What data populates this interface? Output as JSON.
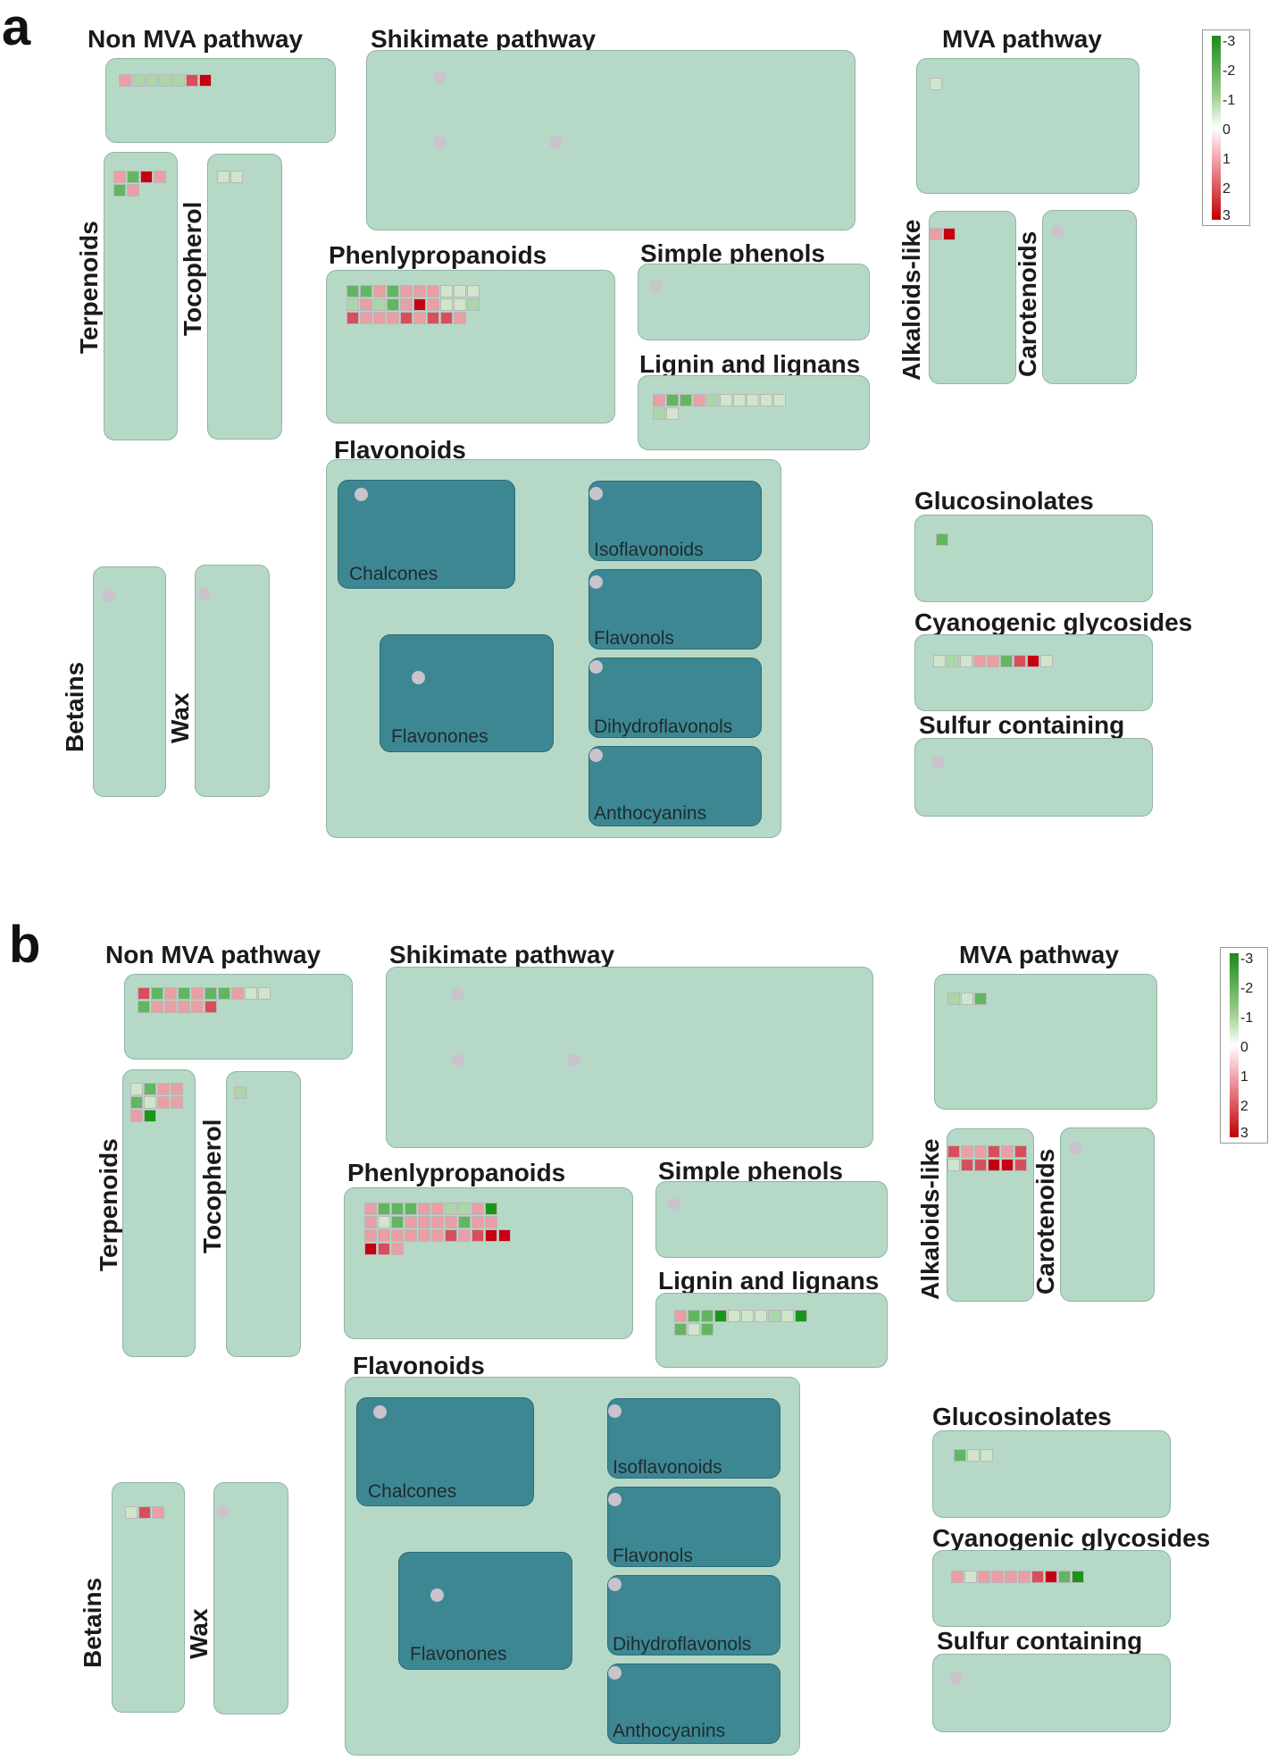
{
  "panels": [
    {
      "letter": "a",
      "non_mva_label": "Non MVA pathway",
      "shikimate_label": "Shikimate pathway",
      "mva_label": "MVA pathway",
      "terpenoids_label": "Terpenoids",
      "tocopherol_label": "Tocopherol",
      "phenylpropanoids_label": "Phenlypropanoids",
      "simple_phenols_label": "Simple phenols",
      "lignin_label": "Lignin and lignans",
      "alkaloids_label": "Alkaloids-like",
      "carotenoids_label": "Carotenoids",
      "flavonoids_label": "Flavonoids",
      "chalcones_label": "Chalcones",
      "isoflavonoids_label": "Isoflavonoids",
      "flavonols_label": "Flavonols",
      "flavonones_label": "Flavonones",
      "dihydroflavonols_label": "Dihydroflavonols",
      "anthocyanins_label": "Anthocyanins",
      "glucosinolates_label": "Glucosinolates",
      "cyanogenic_label": "Cyanogenic glycosides",
      "sulfur_label": "Sulfur containing",
      "betains_label": "Betains",
      "wax_label": "Wax",
      "legend_ticks": [
        "-3",
        "-2",
        "-1",
        "0",
        "1",
        "2",
        "3"
      ],
      "heatmaps": {
        "non_mva": [
          [
            1,
            -1,
            -1,
            -1,
            -1,
            2,
            3
          ]
        ],
        "terpenoids": [
          [
            1,
            -2,
            3,
            1
          ],
          [
            -2,
            1
          ]
        ],
        "tocopherol": [
          [
            -0.5,
            -0.5
          ]
        ],
        "phenylpropanoids": [
          [
            -2,
            -2,
            1,
            -2,
            1,
            1,
            1,
            -0.5,
            -0.5,
            -0.5
          ],
          [
            -1,
            1,
            -1,
            -2,
            1,
            3,
            1,
            -0.5,
            -0.5,
            -1
          ],
          [
            2,
            1,
            1,
            1,
            2,
            1,
            2,
            2,
            1
          ]
        ],
        "mva": [
          [
            -0.5
          ]
        ],
        "alkaloids": [
          [
            1,
            3
          ]
        ],
        "lignin": [
          [
            1,
            -2,
            -2,
            1,
            -1,
            -0.5,
            -0.5,
            -0.5,
            -0.5,
            -0.5
          ],
          [
            -1,
            -0.5
          ]
        ],
        "glucosinolates": [
          [
            -2
          ]
        ],
        "cyanogenic": [
          [
            -0.5,
            -1,
            -0.5,
            1,
            1,
            -2,
            2,
            3,
            -0.5
          ]
        ]
      }
    },
    {
      "letter": "b",
      "non_mva_label": "Non MVA pathway",
      "shikimate_label": "Shikimate pathway",
      "mva_label": "MVA pathway",
      "terpenoids_label": "Terpenoids",
      "tocopherol_label": "Tocopherol",
      "phenylpropanoids_label": "Phenlypropanoids",
      "simple_phenols_label": "Simple phenols",
      "lignin_label": "Lignin and lignans",
      "alkaloids_label": "Alkaloids-like",
      "carotenoids_label": "Carotenoids",
      "flavonoids_label": "Flavonoids",
      "chalcones_label": "Chalcones",
      "isoflavonoids_label": "Isoflavonoids",
      "flavonols_label": "Flavonols",
      "flavonones_label": "Flavonones",
      "dihydroflavonols_label": "Dihydroflavonols",
      "anthocyanins_label": "Anthocyanins",
      "glucosinolates_label": "Glucosinolates",
      "cyanogenic_label": "Cyanogenic glycosides",
      "sulfur_label": "Sulfur containing",
      "betains_label": "Betains",
      "wax_label": "Wax",
      "legend_ticks": [
        "-3",
        "-2",
        "-1",
        "0",
        "1",
        "2",
        "3"
      ],
      "heatmaps": {
        "non_mva": [
          [
            2,
            -2,
            1,
            -2,
            1,
            -2,
            -2,
            1,
            -0.5,
            -0.5
          ],
          [
            -2,
            1,
            1,
            1,
            1,
            2
          ]
        ],
        "terpenoids": [
          [
            -0.5,
            -2,
            1,
            1
          ],
          [
            -2,
            -0.5,
            1,
            1
          ],
          [
            1,
            -3
          ]
        ],
        "tocopherol": [
          [
            -1
          ]
        ],
        "phenylpropanoids": [
          [
            1,
            -2,
            -2,
            -2,
            1,
            1,
            -1,
            -1,
            1,
            -3
          ],
          [
            1,
            -0.5,
            -2,
            1,
            1,
            1,
            1,
            -2,
            1,
            1
          ],
          [
            1,
            1,
            1,
            1,
            1,
            1,
            2,
            1,
            2,
            3,
            3
          ],
          [
            3,
            2,
            1
          ]
        ],
        "mva": [
          [
            -1,
            -0.5,
            -2
          ]
        ],
        "alkaloids": [
          [
            2,
            1,
            1,
            2,
            1,
            2
          ],
          [
            -0.5,
            2,
            2,
            3,
            3,
            2
          ]
        ],
        "lignin": [
          [
            1,
            -2,
            -2,
            -3,
            -0.5,
            -0.5,
            -0.5,
            -1,
            -0.5,
            -3
          ],
          [
            -2,
            -0.5,
            -2
          ]
        ],
        "betains": [
          [
            -0.5,
            2,
            1
          ]
        ],
        "glucosinolates": [
          [
            -2,
            -0.5,
            -0.5
          ]
        ],
        "cyanogenic": [
          [
            1,
            -0.5,
            1,
            1,
            1,
            1,
            2,
            3,
            -2,
            -3
          ]
        ]
      }
    }
  ]
}
